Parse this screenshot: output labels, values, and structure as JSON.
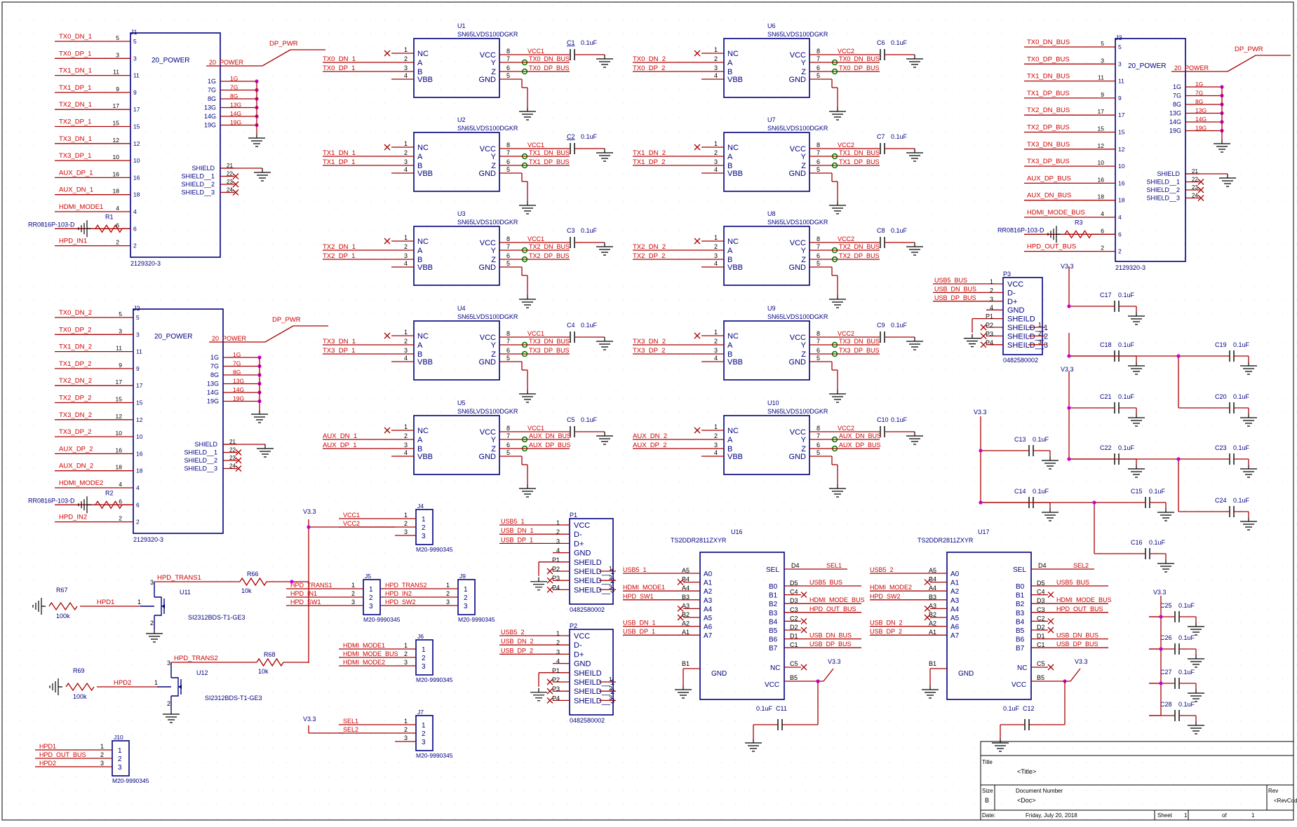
{
  "colors": {
    "body": "#000080",
    "wire": "#aa0000",
    "net": "#cc0000",
    "pin": "#000000",
    "junction": "#cc00cc",
    "ground": "#000000",
    "greenring": "#008000",
    "nc": "#aa0000",
    "grid": "#c8c8c8"
  },
  "connectors": [
    {
      "ref": "J1",
      "part": "2129320-3",
      "left_pins": [
        [
          "TX0_DN_1",
          "5"
        ],
        [
          "TX0_DP_1",
          "3"
        ],
        [
          "TX1_DN_1",
          "11"
        ],
        [
          "TX1_DP_1",
          "9"
        ],
        [
          "TX2_DN_1",
          "17"
        ],
        [
          "TX2_DP_1",
          "15"
        ],
        [
          "TX3_DN_1",
          "12"
        ],
        [
          "TX3_DP_1",
          "10"
        ],
        [
          "AUX_DP_1",
          "16"
        ],
        [
          "AUX_DN_1",
          "18"
        ],
        [
          "HDMI_MODE1",
          "4"
        ],
        [
          "",
          "6"
        ],
        [
          "HPD_IN1",
          "2"
        ]
      ],
      "power_label": "20_POWER",
      "power_net": "DP_PWR",
      "power_pin": "20",
      "gnd_labels": [
        "1G",
        "7G",
        "8G",
        "13G",
        "14G",
        "19G"
      ],
      "shield_labels": [
        "SHIELD",
        "SHIELD__1",
        "SHIELD__2",
        "SHIELD__3"
      ],
      "shield_pins": [
        "21",
        "22",
        "23",
        "24"
      ],
      "res_ref": "R1",
      "res_part": "RR0816P-103-D"
    },
    {
      "ref": "J2",
      "part": "2129320-3",
      "left_pins": [
        [
          "TX0_DN_2",
          "5"
        ],
        [
          "TX0_DP_2",
          "3"
        ],
        [
          "TX1_DN_2",
          "11"
        ],
        [
          "TX1_DP_2",
          "9"
        ],
        [
          "TX2_DN_2",
          "17"
        ],
        [
          "TX2_DP_2",
          "15"
        ],
        [
          "TX3_DN_2",
          "12"
        ],
        [
          "TX3_DP_2",
          "10"
        ],
        [
          "AUX_DP_2",
          "16"
        ],
        [
          "AUX_DN_2",
          "18"
        ],
        [
          "HDMI_MODE2",
          "4"
        ],
        [
          "",
          "6"
        ],
        [
          "HPD_IN2",
          "2"
        ]
      ],
      "power_label": "20_POWER",
      "power_net": "DP_PWR",
      "power_pin": "20",
      "gnd_labels": [
        "1G",
        "7G",
        "8G",
        "13G",
        "14G",
        "19G"
      ],
      "shield_labels": [
        "SHIELD",
        "SHIELD__1",
        "SHIELD__2",
        "SHIELD__3"
      ],
      "shield_pins": [
        "21",
        "22",
        "23",
        "24"
      ],
      "res_ref": "R2",
      "res_part": "RR0816P-103-D"
    },
    {
      "ref": "J3",
      "part": "2129320-3",
      "left_pins": [
        [
          "TX0_DN_BUS",
          "5"
        ],
        [
          "TX0_DP_BUS",
          "3"
        ],
        [
          "TX1_DN_BUS",
          "11"
        ],
        [
          "TX1_DP_BUS",
          "9"
        ],
        [
          "TX2_DN_BUS",
          "17"
        ],
        [
          "TX2_DP_BUS",
          "15"
        ],
        [
          "TX3_DN_BUS",
          "12"
        ],
        [
          "TX3_DP_BUS",
          "10"
        ],
        [
          "AUX_DP_BUS",
          "16"
        ],
        [
          "AUX_DN_BUS",
          "18"
        ],
        [
          "HDMI_MODE_BUS",
          "4"
        ],
        [
          "",
          "6"
        ],
        [
          "HPD_OUT_BUS",
          "2"
        ]
      ],
      "power_label": "20_POWER",
      "power_net": "DP_PWR",
      "power_pin": "20",
      "gnd_labels": [
        "1G",
        "7G",
        "8G",
        "13G",
        "14G",
        "19G"
      ],
      "shield_labels": [
        "SHIELD",
        "SHIELD__1",
        "SHIELD__2",
        "SHIELD__3"
      ],
      "shield_pins": [
        "21",
        "22",
        "23",
        "24"
      ],
      "res_ref": "R3",
      "res_part": "RR0816P-103-D"
    }
  ],
  "drivers": [
    {
      "ref": "U1",
      "part": "SN65LVDS100DGKR",
      "in_a": "TX0_DN_1",
      "in_b": "TX0_DP_1",
      "vcc": "VCC1",
      "out_y": "TX0_DN_BUS",
      "out_z": "TX0_DP_BUS",
      "cap": "C1",
      "cap_val": "0.1uF",
      "cap_ul": true
    },
    {
      "ref": "U2",
      "part": "SN65LVDS100DGKR",
      "in_a": "TX1_DN_1",
      "in_b": "TX1_DP_1",
      "vcc": "VCC1",
      "out_y": "TX1_DN_BUS",
      "out_z": "TX1_DP_BUS",
      "cap": "C2",
      "cap_val": "0.1uF",
      "cap_ul": true
    },
    {
      "ref": "U3",
      "part": "SN65LVDS100DGKR",
      "in_a": "TX2_DN_1",
      "in_b": "TX2_DP_1",
      "vcc": "VCC1",
      "out_y": "TX2_DN_BUS",
      "out_z": "TX2_DP_BUS",
      "cap": "C3",
      "cap_val": "0.1uF",
      "cap_ul": false
    },
    {
      "ref": "U4",
      "part": "SN65LVDS100DGKR",
      "in_a": "TX3_DN_1",
      "in_b": "TX3_DP_1",
      "vcc": "VCC1",
      "out_y": "TX3_DN_BUS",
      "out_z": "TX3_DP_BUS",
      "cap": "C4",
      "cap_val": "0.1uF",
      "cap_ul": false
    },
    {
      "ref": "U5",
      "part": "SN65LVDS100DGKR",
      "in_a": "AUX_DN_1",
      "in_b": "AUX_DP_1",
      "vcc": "VCC1",
      "out_y": "AUX_DN_BUS",
      "out_z": "AUX_DP_BUS",
      "cap": "C5",
      "cap_val": "0.1uF",
      "cap_ul": false
    },
    {
      "ref": "U6",
      "part": "SN65LVDS100DGKR",
      "in_a": "TX0_DN_2",
      "in_b": "TX0_DP_2",
      "vcc": "VCC2",
      "out_y": "TX0_DN_BUS",
      "out_z": "TX0_DP_BUS",
      "cap": "C6",
      "cap_val": "0.1uF",
      "cap_ul": false
    },
    {
      "ref": "U7",
      "part": "SN65LVDS100DGKR",
      "in_a": "TX1_DN_2",
      "in_b": "TX1_DP_2",
      "vcc": "VCC2",
      "out_y": "TX1_DN_BUS",
      "out_z": "TX1_DP_BUS",
      "cap": "C7",
      "cap_val": "0.1uF",
      "cap_ul": false
    },
    {
      "ref": "U8",
      "part": "SN65LVDS100DGKR",
      "in_a": "TX2_DN_2",
      "in_b": "TX2_DP_2",
      "vcc": "VCC2",
      "out_y": "TX2_DN_BUS",
      "out_z": "TX2_DP_BUS",
      "cap": "C8",
      "cap_val": "0.1uF",
      "cap_ul": false
    },
    {
      "ref": "U9",
      "part": "SN65LVDS100DGKR",
      "in_a": "TX3_DN_2",
      "in_b": "TX3_DP_2",
      "vcc": "VCC2",
      "out_y": "TX3_DN_BUS",
      "out_z": "TX3_DP_BUS",
      "cap": "C9",
      "cap_val": "0.1uF",
      "cap_ul": false
    },
    {
      "ref": "U10",
      "part": "SN65LVDS100DGKR",
      "in_a": "AUX_DN_2",
      "in_b": "AUX_DP_2",
      "vcc": "VCC2",
      "out_y": "AUX_DN_BUS",
      "out_z": "AUX_DP_BUS",
      "cap": "C10",
      "cap_val": "0.1uF",
      "cap_ul": false
    }
  ],
  "driver_pins": {
    "nc": "NC",
    "a": "A",
    "b": "B",
    "vbb": "VBB",
    "vcc": "VCC",
    "y": "Y",
    "z": "Z",
    "gnd": "GND",
    "n1": "1",
    "n2": "2",
    "n3": "3",
    "n4": "4",
    "n5": "5",
    "n6": "6",
    "n7": "7",
    "n8": "8"
  },
  "usb_connectors": [
    {
      "ref": "P3",
      "part": "0482580002",
      "nets": [
        "USB5_BUS",
        "USB_DN_BUS",
        "USB_DP_BUS"
      ]
    },
    {
      "ref": "P1",
      "part": "0482580002",
      "nets": [
        "USB5_1",
        "USB_DN_1",
        "USB_DP_1"
      ]
    },
    {
      "ref": "P2",
      "part": "0482580002",
      "nets": [
        "USB5_2",
        "USB_DN_2",
        "USB_DP_2"
      ]
    }
  ],
  "usb_pins": {
    "names": [
      "VCC",
      "D-",
      "D+",
      "GND",
      "SHEILD",
      "SHEILD__1",
      "SHEILD__2",
      "SHEILD__3"
    ],
    "left": [
      "1",
      "2",
      "3",
      "4",
      "P1",
      "P2",
      "P3",
      "P4"
    ],
    "right": [
      "1",
      "2",
      "3"
    ]
  },
  "headers": [
    {
      "ref": "J4",
      "part": "M20-9990345",
      "nets": [
        "VCC1",
        "VCC2",
        ""
      ]
    },
    {
      "ref": "J5",
      "part": "M20-9990345",
      "nets": [
        "HPD_TRANS1",
        "HPD_IN1",
        "HPD_SW1"
      ]
    },
    {
      "ref": "J9",
      "part": "M20-9990345",
      "nets": [
        "HPD_TRANS2",
        "HPD_IN2",
        "HPD_SW2"
      ]
    },
    {
      "ref": "J6",
      "part": "M20-9990345",
      "nets": [
        "HDMI_MODE1",
        "HDMI_MODE_BUS",
        "HDMI_MODE2"
      ]
    },
    {
      "ref": "J7",
      "part": "M20-9990345",
      "nets": [
        "SEL1",
        "SEL2",
        ""
      ]
    },
    {
      "ref": "J10",
      "part": "M20-9990345",
      "nets": [
        "HPD1",
        "HPD_OUT_BUS",
        "HPD2"
      ]
    }
  ],
  "header_pins": [
    "1",
    "2",
    "3"
  ],
  "mosfets": [
    {
      "ref": "U11",
      "part": "SI2312BDS-T1-GE3",
      "gate": "HPD1",
      "drain": "HPD_TRANS1",
      "r_gate": "R67",
      "r_gate_val": "100k",
      "r_drain": "R66",
      "r_drain_val": "10k"
    },
    {
      "ref": "U12",
      "part": "SI2312BDS-T1-GE3",
      "gate": "HPD2",
      "drain": "HPD_TRANS2",
      "r_gate": "R69",
      "r_gate_val": "100k",
      "r_drain": "R68",
      "r_drain_val": "10k"
    }
  ],
  "switches": [
    {
      "ref": "U16",
      "part": "TS2DDR2811ZXYR",
      "sel": "SEL1",
      "a_nets": [
        "USB5_1",
        "",
        "HDMI_MODE1",
        "HPD_SW1",
        "",
        "",
        "USB_DN_1",
        "USB_DP_1"
      ],
      "b_nets": [
        "USB5_BUS",
        "",
        "HDMI_MODE_BUS",
        "HPD_OUT_BUS",
        "",
        "",
        "USB_DN_BUS",
        "USB_DP_BUS"
      ],
      "cap": "C11",
      "cap_val": "0.1uF"
    },
    {
      "ref": "U17",
      "part": "TS2DDR2811ZXYR",
      "sel": "SEL2",
      "a_nets": [
        "USB5_2",
        "",
        "HDMI_MODE2",
        "HPD_SW2",
        "",
        "",
        "USB_DN_2",
        "USB_DP_2"
      ],
      "b_nets": [
        "USB5_BUS",
        "",
        "HDMI_MODE_BUS",
        "HPD_OUT_BUS",
        "",
        "",
        "USB_DN_BUS",
        "USB_DP_BUS"
      ],
      "cap": "C12",
      "cap_val": "0.1uF"
    }
  ],
  "switch_pins": {
    "left_names": [
      "A0",
      "A1",
      "A2",
      "A3",
      "A4",
      "A5",
      "A6",
      "A7"
    ],
    "left_nums": [
      "A5",
      "B4",
      "A4",
      "B3",
      "A3",
      "B2",
      "A2",
      "A1"
    ],
    "right_names": [
      "B0",
      "B1",
      "B2",
      "B3",
      "B4",
      "B5",
      "B6",
      "B7"
    ],
    "right_nums": [
      "D5",
      "C4",
      "D3",
      "C3",
      "C2",
      "D2",
      "D1",
      "C1"
    ],
    "sel": "SEL",
    "sel_num": "D4",
    "nc": "NC",
    "nc_num": "C5",
    "gnd": "GND",
    "gnd_num": "B1",
    "vcc": "VCC",
    "vcc_num": "B5"
  },
  "power_net": "V3.3",
  "decoupling": [
    {
      "ref": "C17",
      "val": "0.1uF"
    },
    {
      "ref": "C18",
      "val": "0.1uF"
    },
    {
      "ref": "C19",
      "val": "0.1uF"
    },
    {
      "ref": "C20",
      "val": "0.1uF"
    },
    {
      "ref": "C21",
      "val": "0.1uF"
    },
    {
      "ref": "C22",
      "val": "0.1uF"
    },
    {
      "ref": "C23",
      "val": "0.1uF"
    },
    {
      "ref": "C24",
      "val": "0.1uF"
    },
    {
      "ref": "C13",
      "val": "0.1uF"
    },
    {
      "ref": "C14",
      "val": "0.1uF"
    },
    {
      "ref": "C15",
      "val": "0.1uF"
    },
    {
      "ref": "C16",
      "val": "0.1uF"
    },
    {
      "ref": "C25",
      "val": "0.1uF"
    },
    {
      "ref": "C26",
      "val": "0.1uF"
    },
    {
      "ref": "C27",
      "val": "0.1uF"
    },
    {
      "ref": "C28",
      "val": "0.1uF"
    }
  ],
  "title_block": {
    "title_label": "Title",
    "title": "<Title>",
    "size_label": "Size",
    "size": "B",
    "docnum_label": "Document Number",
    "doc": "<Doc>",
    "rev_label": "Rev",
    "rev": "<RevCode>",
    "date_label": "Date:",
    "date": "Friday, July 20, 2018",
    "sheet_label": "Sheet",
    "sheet": "1",
    "of_label": "of",
    "of": "1"
  }
}
